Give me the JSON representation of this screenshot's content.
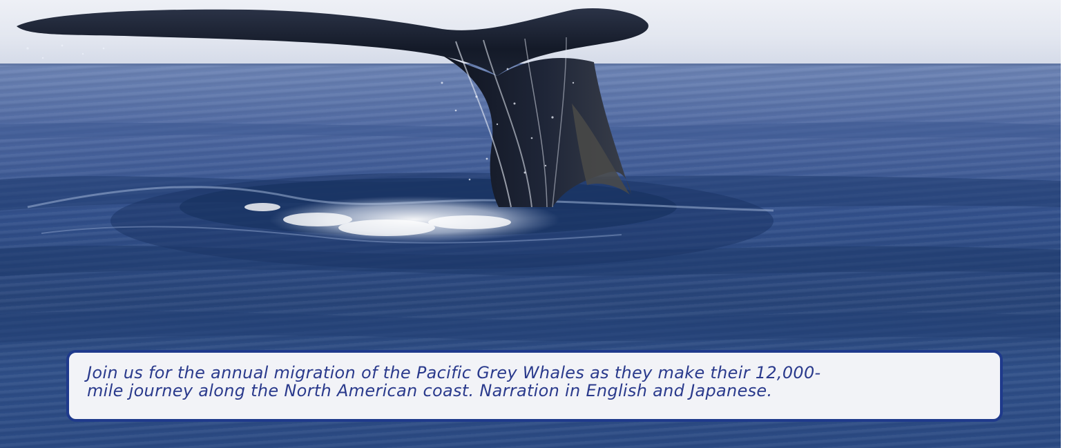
{
  "scene": {
    "subject": "whale-tail-fluke",
    "colors": {
      "sky": "#e3e7f0",
      "sea_dark": "#284579",
      "sea_light": "#6f86b6",
      "whale": "#1c2333",
      "caption_border": "#1f3a8c",
      "caption_background": "#f2f3f7",
      "caption_text": "#2a3a8c"
    }
  },
  "caption": {
    "line1": "Join us for the annual migration of the Pacific Grey Whales as they make their 12,000-",
    "line2": "mile journey along the North American coast. Narration in English and Japanese."
  }
}
